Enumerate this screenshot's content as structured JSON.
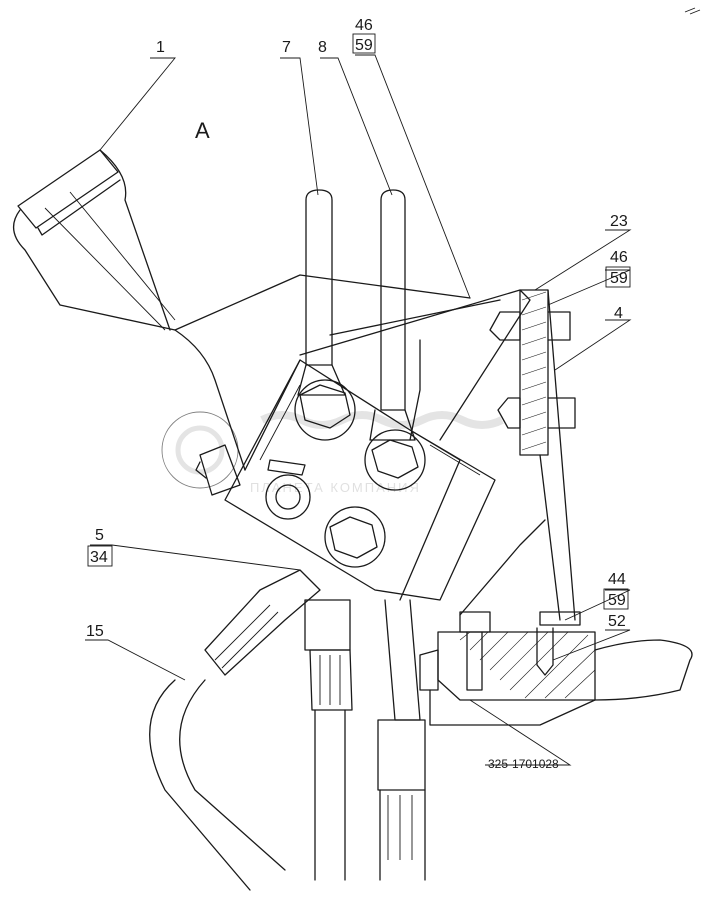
{
  "view_label": "A",
  "callouts": {
    "c1": "1",
    "c7": "7",
    "c8": "8",
    "c46a_top": "46",
    "c59a_bottom": "59",
    "c23": "23",
    "c46b_top": "46",
    "c59b_bottom": "59",
    "c4": "4",
    "c5_top": "5",
    "c34_bottom": "34",
    "c15": "15",
    "c44_top": "44",
    "c59c_bottom": "59",
    "c52": "52",
    "part_number": "325-1701028"
  },
  "watermark": {
    "text": "ПЛАНЕТА КОМПАНИЯ"
  }
}
